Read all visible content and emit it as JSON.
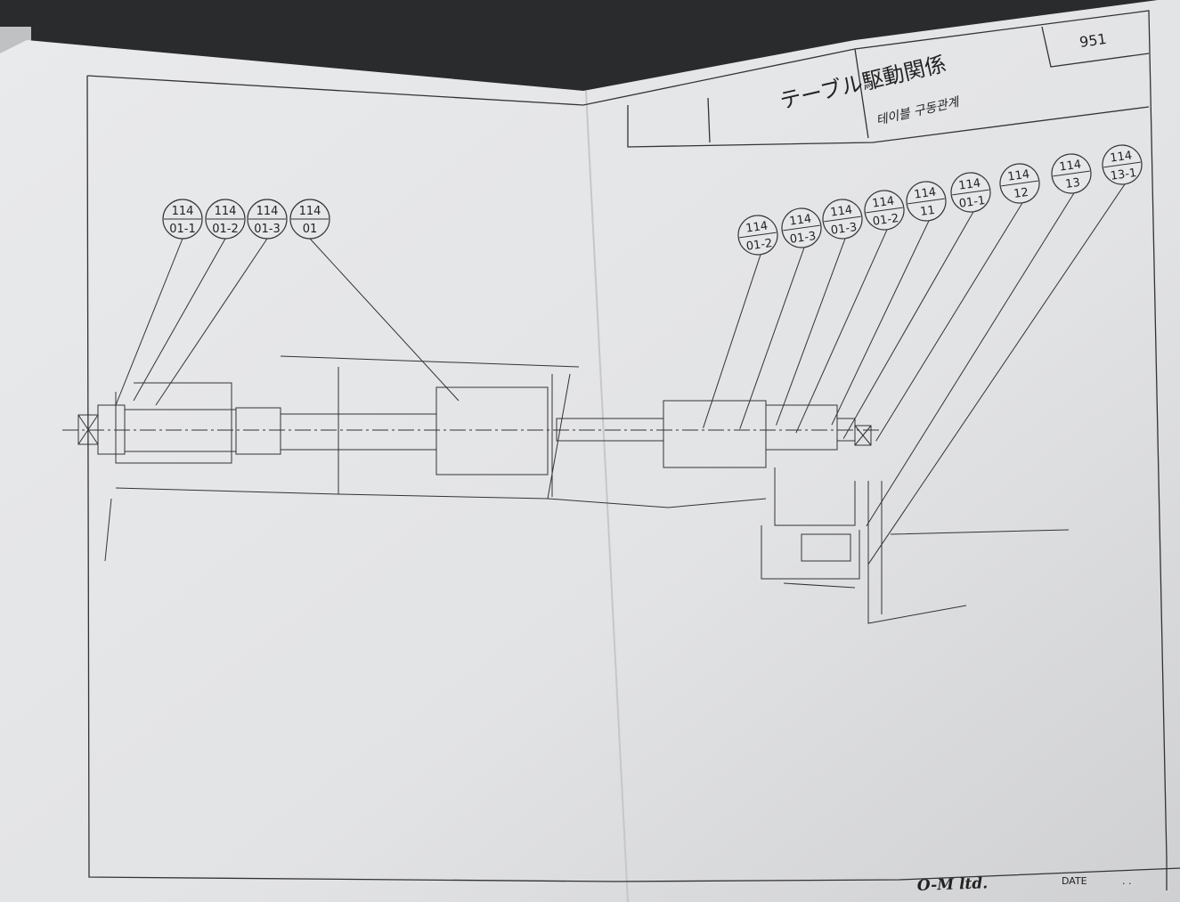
{
  "title_block": {
    "title": "テーブル駆動関係",
    "handwritten_note": "테이블 구동관계",
    "page_number": "951"
  },
  "footer": {
    "company": "O-M ltd.",
    "date_label": "DATE",
    "date_value": ". ."
  },
  "left_callouts": [
    {
      "top": "114",
      "bottom": "01-1"
    },
    {
      "top": "114",
      "bottom": "01-2"
    },
    {
      "top": "114",
      "bottom": "01-3"
    },
    {
      "top": "114",
      "bottom": "01"
    }
  ],
  "right_callouts": [
    {
      "top": "114",
      "bottom": "01-2"
    },
    {
      "top": "114",
      "bottom": "01-3"
    },
    {
      "top": "114",
      "bottom": "01-3"
    },
    {
      "top": "114",
      "bottom": "01-2"
    },
    {
      "top": "114",
      "bottom": "11"
    },
    {
      "top": "114",
      "bottom": "01-1"
    },
    {
      "top": "114",
      "bottom": "12"
    },
    {
      "top": "114",
      "bottom": "13"
    },
    {
      "top": "114",
      "bottom": "13-1"
    }
  ]
}
